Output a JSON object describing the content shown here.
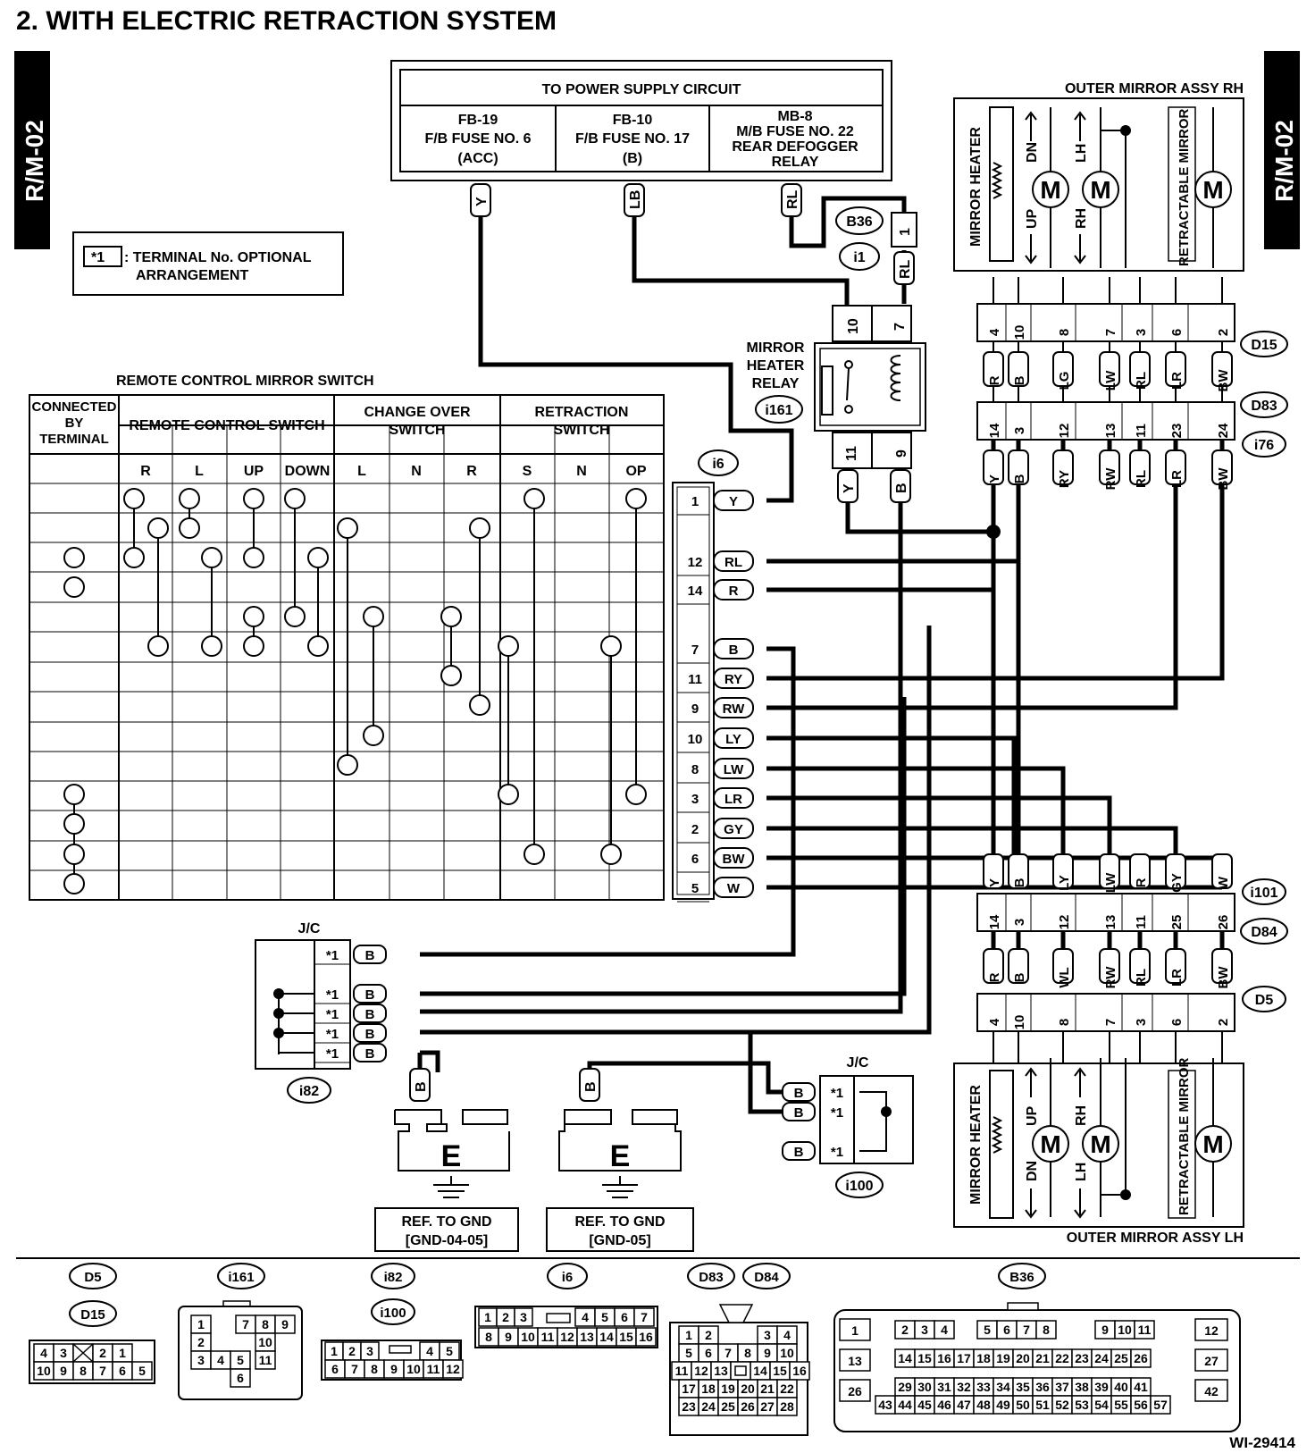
{
  "title": "2.  WITH ELECTRIC RETRACTION SYSTEM",
  "side_tab": "R/M-02",
  "doc_id": "WI-29414",
  "legend": {
    "mark": "*1",
    "line1": ": TERMINAL No. OPTIONAL",
    "line2": "ARRANGEMENT"
  },
  "power_supply": {
    "title": "TO POWER SUPPLY CIRCUIT",
    "columns": [
      {
        "l1": "FB-19",
        "l2": "F/B FUSE NO. 6",
        "l3": "(ACC)",
        "wire": "Y"
      },
      {
        "l1": "FB-10",
        "l2": "F/B FUSE NO. 17",
        "l3": "(B)",
        "wire": "LB"
      },
      {
        "l1": "MB-8",
        "l2": "M/B FUSE NO. 22",
        "l3": "REAR DEFOGGER",
        "l4": "RELAY",
        "wire": "RL"
      }
    ]
  },
  "b36_block": {
    "pin": "1",
    "wire": "RL",
    "tags": [
      "B36",
      "i1"
    ]
  },
  "relay": {
    "name_lines": [
      "MIRROR",
      "HEATER",
      "RELAY"
    ],
    "tag": "i161",
    "top_pins": [
      "10",
      "7"
    ],
    "bottom_pins": [
      "11",
      "9"
    ],
    "bottom_wires": [
      "Y",
      "B"
    ]
  },
  "mirror_switch": {
    "title": "REMOTE CONTROL MIRROR SWITCH",
    "col0": [
      "CONNECTED",
      "BY",
      "TERMINAL"
    ],
    "groups": [
      "REMOTE CONTROL SWITCH",
      "CHANGE OVER",
      "SWITCH",
      "RETRACTION",
      "SWITCH"
    ],
    "sub": [
      "R",
      "L",
      "UP",
      "DOWN",
      "L",
      "N",
      "R",
      "S",
      "N",
      "OP"
    ]
  },
  "i6": {
    "tag": "i6",
    "pins": [
      {
        "n": "1",
        "w": "Y"
      },
      {
        "n": "",
        "w": ""
      },
      {
        "n": "12",
        "w": "RL"
      },
      {
        "n": "14",
        "w": "R"
      },
      {
        "n": "",
        "w": ""
      },
      {
        "n": "7",
        "w": "B"
      },
      {
        "n": "11",
        "w": "RY"
      },
      {
        "n": "9",
        "w": "RW"
      },
      {
        "n": "10",
        "w": "LY"
      },
      {
        "n": "8",
        "w": "LW"
      },
      {
        "n": "3",
        "w": "LR"
      },
      {
        "n": "2",
        "w": "GY"
      },
      {
        "n": "6",
        "w": "BW"
      },
      {
        "n": "5",
        "w": "W"
      }
    ]
  },
  "mirror_rh": {
    "title": "OUTER MIRROR ASSY RH",
    "heater": "MIRROR HEATER",
    "retract": "RETRACTABLE MIRROR",
    "m1": [
      "DN",
      "UP"
    ],
    "m2": [
      "LH",
      "RH"
    ],
    "motor": "M"
  },
  "mirror_lh": {
    "title": "OUTER MIRROR ASSY LH",
    "heater": "MIRROR HEATER",
    "retract": "RETRACTABLE MIRROR",
    "m1": [
      "UP",
      "DN"
    ],
    "m2": [
      "RH",
      "LH"
    ],
    "motor": "M"
  },
  "d15_pins": [
    "4",
    "10",
    "8",
    "7",
    "3",
    "6",
    "2"
  ],
  "d15_wires": [
    "R",
    "B",
    "LG",
    "LW",
    "RL",
    "LR",
    "BW"
  ],
  "d83_pins": [
    "14",
    "3",
    "12",
    "13",
    "11",
    "23",
    "24"
  ],
  "d83_wires": [
    "Y",
    "B",
    "RY",
    "RW",
    "RL",
    "LR",
    "BW"
  ],
  "i101_wires": [
    "Y",
    "B",
    "LY",
    "LW",
    "R",
    "GY",
    "W"
  ],
  "d84_pins": [
    "14",
    "3",
    "12",
    "13",
    "11",
    "25",
    "26"
  ],
  "d5_wires": [
    "R",
    "B",
    "WL",
    "RW",
    "RL",
    "LR",
    "BW"
  ],
  "d5_pins": [
    "4",
    "10",
    "8",
    "7",
    "3",
    "6",
    "2"
  ],
  "conn_tags": {
    "D15": "D15",
    "D83": "D83",
    "i76": "i76",
    "i101": "i101",
    "D84": "D84",
    "D5": "D5"
  },
  "jc1": {
    "label": "J/C",
    "tag": "i82",
    "pins": [
      "*1",
      "*1",
      "*1",
      "*1",
      "*1"
    ],
    "wire": "B"
  },
  "jc2": {
    "label": "J/C",
    "tag": "i100",
    "pins": [
      "*1",
      "*1",
      "*1"
    ],
    "wire": "B"
  },
  "grounds": [
    {
      "wire": "B",
      "mark": "E",
      "l1": "REF. TO GND",
      "l2": "[GND-04-05]"
    },
    {
      "wire": "B",
      "mark": "E",
      "l1": "REF. TO GND",
      "l2": "[GND-05]"
    }
  ],
  "faces": {
    "d5_d15": {
      "tags": [
        "D5",
        "D15"
      ],
      "r1": [
        "4",
        "3",
        "",
        "2",
        "1"
      ],
      "r2": [
        "10",
        "9",
        "8",
        "7",
        "6",
        "5"
      ]
    },
    "i161": {
      "tag": "i161",
      "cells": [
        "1",
        "7",
        "8",
        "9",
        "2",
        "10",
        "3",
        "4",
        "5",
        "11",
        "6"
      ]
    },
    "i82_i100": {
      "tags": [
        "i82",
        "i100"
      ],
      "r1": [
        "1",
        "2",
        "3",
        "4",
        "5"
      ],
      "r2": [
        "6",
        "7",
        "8",
        "9",
        "10",
        "11",
        "12"
      ]
    },
    "i6f": {
      "tag": "i6",
      "r1": [
        "1",
        "2",
        "3",
        "4",
        "5",
        "6",
        "7"
      ],
      "r2": [
        "8",
        "9",
        "10",
        "11",
        "12",
        "13",
        "14",
        "15",
        "16"
      ]
    },
    "d83_d84": {
      "tags": [
        "D83",
        "D84"
      ],
      "r1": [
        "1",
        "2",
        "3",
        "4"
      ],
      "r2": [
        "5",
        "6",
        "7",
        "8",
        "9",
        "10"
      ],
      "r3": [
        "11",
        "12",
        "13",
        "14",
        "15",
        "16"
      ],
      "r4": [
        "17",
        "18",
        "19",
        "20",
        "21",
        "22"
      ],
      "r5": [
        "23",
        "24",
        "25",
        "26",
        "27",
        "28"
      ]
    },
    "b36": {
      "tag": "B36",
      "left": [
        "1",
        "13",
        "26"
      ],
      "right": [
        "12",
        "27",
        "42"
      ],
      "r1": [
        "2",
        "3",
        "4",
        "5",
        "6",
        "7",
        "8",
        "9",
        "10",
        "11"
      ],
      "r2": [
        "14",
        "15",
        "16",
        "17",
        "18",
        "19",
        "20",
        "21",
        "22",
        "23",
        "24",
        "25",
        "26"
      ],
      "r3": [
        "29",
        "30",
        "31",
        "32",
        "33",
        "34",
        "35",
        "36",
        "37",
        "38",
        "39",
        "40",
        "41"
      ],
      "r4": [
        "43",
        "44",
        "45",
        "46",
        "47",
        "48",
        "49",
        "50",
        "51",
        "52",
        "53",
        "54",
        "55",
        "56",
        "57"
      ]
    }
  }
}
